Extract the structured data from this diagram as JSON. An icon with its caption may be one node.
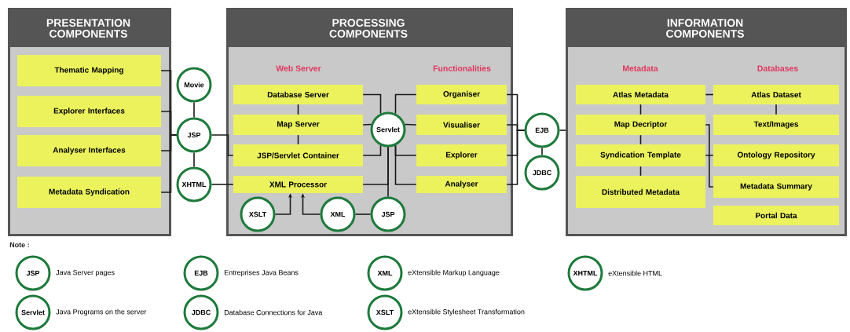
{
  "diagram": {
    "nodes": [
      {
        "text": [
          "PRESENTATION COMPONENTS"
        ]
      },
      {
        "text": [
          "Thematic Mapping"
        ],
        "in": 0
      },
      {
        "text": [
          "Explorer Interfaces"
        ],
        "in": 0
      },
      {
        "text": [
          "Analyser Interfaces"
        ],
        "in": 0
      },
      {
        "text": [
          "Metadata Syndication"
        ],
        "in": 0
      },
      {
        "text": [
          "Movie"
        ]
      },
      {
        "text": [
          "JSP"
        ]
      },
      {
        "text": [
          "XHTML"
        ]
      },
      {
        "text": [
          "PROCESSING COMPONENTS"
        ]
      },
      {
        "text": [
          "Database Server"
        ],
        "in": 8
      },
      {
        "text": [
          "Map Server"
        ],
        "in": 8
      },
      {
        "text": [
          "JSP/Servlet Container"
        ],
        "in": 8
      },
      {
        "text": [
          "XML Processor"
        ],
        "in": 8
      },
      {
        "text": [
          "Servlet"
        ],
        "in": 8
      },
      {
        "text": [
          "Organiser"
        ],
        "in": 8
      },
      {
        "text": [
          "Visualiser"
        ],
        "in": 8
      },
      {
        "text": [
          "Explorer"
        ],
        "in": 8
      },
      {
        "text": [
          "Analyser"
        ],
        "in": 8
      },
      {
        "text": [
          "XSLT"
        ],
        "in": 8
      },
      {
        "text": [
          "XML"
        ],
        "in": 8
      },
      {
        "text": [
          "JSP"
        ],
        "in": 8
      },
      {
        "text": [
          "EJB"
        ]
      },
      {
        "text": [
          "JDBC"
        ]
      },
      {
        "text": [
          "INFORMATION COMPONENTS"
        ]
      },
      {
        "text": [
          "Atlas Metadata"
        ],
        "in": 23
      },
      {
        "text": [
          "Map Decriptor"
        ],
        "in": 23
      },
      {
        "text": [
          "Syndication Template"
        ],
        "in": 23
      },
      {
        "text": [
          "Distributed Metadata"
        ],
        "in": 23
      },
      {
        "text": [
          "Atlas Dataset"
        ],
        "in": 23
      },
      {
        "text": [
          "Text/Images"
        ],
        "in": 23
      },
      {
        "text": [
          "Ontology Repository"
        ],
        "in": 23
      },
      {
        "text": [
          "Metadata Summary"
        ],
        "in": 23
      },
      {
        "text": [
          "Portal Data"
        ],
        "in": 23
      },
      {
        "text": [
          "JSP"
        ],
        "beside": [
          "Java Server pages"
        ]
      },
      {
        "text": [
          "EJB"
        ],
        "beside": [
          "Entreprises Java Beans"
        ]
      },
      {
        "text": [
          "XML"
        ],
        "beside": [
          "eXtensible Markup Language"
        ]
      },
      {
        "text": [
          "XHTML"
        ],
        "beside": [
          "eXtensible HTML"
        ]
      },
      {
        "text": [
          "Servlet"
        ],
        "beside": [
          "Java Programs on the server"
        ]
      },
      {
        "text": [
          "JDBC"
        ],
        "beside": [
          "Database Connections for Java"
        ]
      },
      {
        "text": [
          "XSLT"
        ],
        "beside": [
          "eXtensible Stylesheet Transformation"
        ]
      }
    ],
    "edges": [
      {
        "from": 1,
        "to": 6,
        "arrow": "none"
      },
      {
        "from": 2,
        "to": 6,
        "arrow": "none"
      },
      {
        "from": 3,
        "to": 6,
        "arrow": "none"
      },
      {
        "from": 4,
        "to": 6,
        "arrow": "none"
      },
      {
        "from": 5,
        "to": 6,
        "arrow": "none"
      },
      {
        "from": 6,
        "to": 7,
        "arrow": "none"
      },
      {
        "from": 6,
        "to": 11,
        "arrow": "none"
      },
      {
        "from": 7,
        "to": 12,
        "arrow": "none"
      },
      {
        "from": 9,
        "to": 10,
        "arrow": "none"
      },
      {
        "from": 10,
        "to": 11,
        "arrow": "none"
      },
      {
        "from": 9,
        "to": 13,
        "arrow": "none"
      },
      {
        "from": 10,
        "to": 13,
        "arrow": "none"
      },
      {
        "from": 11,
        "to": 13,
        "arrow": "none"
      },
      {
        "from": 12,
        "to": 13,
        "arrow": "none"
      },
      {
        "from": 20,
        "to": 13,
        "arrow": "none"
      },
      {
        "from": 13,
        "to": 14,
        "arrow": "none"
      },
      {
        "from": 13,
        "to": 15,
        "arrow": "none"
      },
      {
        "from": 13,
        "to": 16,
        "arrow": "none"
      },
      {
        "from": 13,
        "to": 17,
        "arrow": "none"
      },
      {
        "from": 18,
        "to": 12,
        "arrow": "to"
      },
      {
        "from": 19,
        "to": 12,
        "arrow": "to"
      },
      {
        "from": 19,
        "to": 20,
        "arrow": "none"
      },
      {
        "from": 14,
        "to": 21,
        "arrow": "none"
      },
      {
        "from": 15,
        "to": 21,
        "arrow": "none"
      },
      {
        "from": 16,
        "to": 21,
        "arrow": "none"
      },
      {
        "from": 17,
        "to": 21,
        "arrow": "none"
      },
      {
        "from": 21,
        "to": 22,
        "arrow": "none"
      },
      {
        "from": 21,
        "to": 23,
        "arrow": "none"
      },
      {
        "from": 24,
        "to": 25,
        "arrow": "none"
      },
      {
        "from": 25,
        "to": 26,
        "arrow": "none"
      },
      {
        "from": 26,
        "to": 27,
        "arrow": "none"
      },
      {
        "from": 24,
        "to": 28,
        "arrow": "none"
      },
      {
        "from": 28,
        "to": 29,
        "arrow": "none"
      },
      {
        "from": 25,
        "to": 30,
        "arrow": "none"
      },
      {
        "from": 26,
        "to": 31,
        "arrow": "none"
      }
    ],
    "labels": [
      "Web Server",
      "Functionalities",
      "Metadata",
      "Databases",
      "Note :"
    ]
  }
}
